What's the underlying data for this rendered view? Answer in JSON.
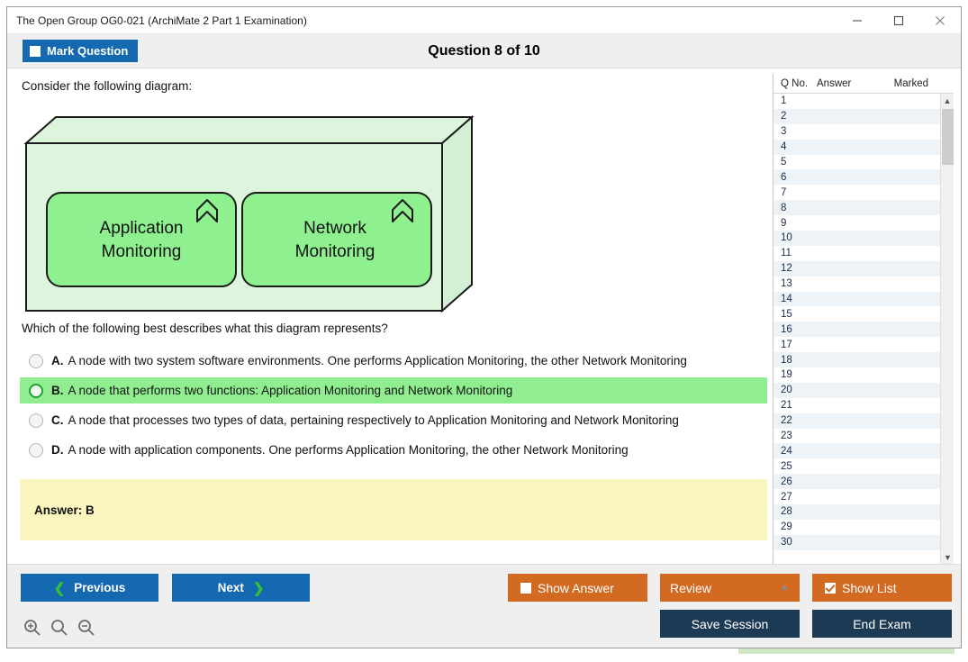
{
  "window": {
    "title": "The Open Group OG0-021 (ArchiMate 2 Part 1 Examination)",
    "minimize_icon": "minimize-icon",
    "maximize_icon": "maximize-icon",
    "close_icon": "close-icon"
  },
  "header": {
    "mark_question_label": "Mark Question",
    "mark_question_checked": false,
    "question_title": "Question 8 of 10"
  },
  "content": {
    "stem": "Consider the following diagram:",
    "question": "Which of the following best describes what this diagram represents?",
    "diagram": {
      "type": "archimate-node",
      "node_label": "",
      "children": [
        {
          "label_line1": "Application",
          "label_line2": "Monitoring",
          "icon": "system-software-chevron-icon"
        },
        {
          "label_line1": "Network",
          "label_line2": "Monitoring",
          "icon": "system-software-chevron-icon"
        }
      ],
      "colors": {
        "node_fill": "#ddf5dd",
        "child_fill": "#8ef08e",
        "stroke": "#1a1a1a"
      }
    },
    "options": [
      {
        "letter": "A.",
        "text": "A node with two system software environments. One performs Application Monitoring, the other Network Monitoring",
        "selected": false
      },
      {
        "letter": "B.",
        "text": "A node that performs two functions: Application Monitoring and Network Monitoring",
        "selected": true
      },
      {
        "letter": "C.",
        "text": "A node that processes two types of data, pertaining respectively to Application Monitoring and Network Monitoring",
        "selected": false
      },
      {
        "letter": "D.",
        "text": "A node with application components. One performs Application Monitoring, the other Network Monitoring",
        "selected": false
      }
    ],
    "answer_text": "Answer: B"
  },
  "question_list": {
    "columns": [
      "Q No.",
      "Answer",
      "Marked"
    ],
    "rows": [
      {
        "q": "1",
        "answer": "",
        "marked": ""
      },
      {
        "q": "2",
        "answer": "",
        "marked": ""
      },
      {
        "q": "3",
        "answer": "",
        "marked": ""
      },
      {
        "q": "4",
        "answer": "",
        "marked": ""
      },
      {
        "q": "5",
        "answer": "",
        "marked": ""
      },
      {
        "q": "6",
        "answer": "",
        "marked": ""
      },
      {
        "q": "7",
        "answer": "",
        "marked": ""
      },
      {
        "q": "8",
        "answer": "",
        "marked": ""
      },
      {
        "q": "9",
        "answer": "",
        "marked": ""
      },
      {
        "q": "10",
        "answer": "",
        "marked": ""
      },
      {
        "q": "11",
        "answer": "",
        "marked": ""
      },
      {
        "q": "12",
        "answer": "",
        "marked": ""
      },
      {
        "q": "13",
        "answer": "",
        "marked": ""
      },
      {
        "q": "14",
        "answer": "",
        "marked": ""
      },
      {
        "q": "15",
        "answer": "",
        "marked": ""
      },
      {
        "q": "16",
        "answer": "",
        "marked": ""
      },
      {
        "q": "17",
        "answer": "",
        "marked": ""
      },
      {
        "q": "18",
        "answer": "",
        "marked": ""
      },
      {
        "q": "19",
        "answer": "",
        "marked": ""
      },
      {
        "q": "20",
        "answer": "",
        "marked": ""
      },
      {
        "q": "21",
        "answer": "",
        "marked": ""
      },
      {
        "q": "22",
        "answer": "",
        "marked": ""
      },
      {
        "q": "23",
        "answer": "",
        "marked": ""
      },
      {
        "q": "24",
        "answer": "",
        "marked": ""
      },
      {
        "q": "25",
        "answer": "",
        "marked": ""
      },
      {
        "q": "26",
        "answer": "",
        "marked": ""
      },
      {
        "q": "27",
        "answer": "",
        "marked": ""
      },
      {
        "q": "28",
        "answer": "",
        "marked": ""
      },
      {
        "q": "29",
        "answer": "",
        "marked": ""
      },
      {
        "q": "30",
        "answer": "",
        "marked": ""
      }
    ]
  },
  "footer": {
    "previous_label": "Previous",
    "next_label": "Next",
    "show_answer_label": "Show Answer",
    "show_answer_checked": false,
    "review_label": "Review",
    "show_list_label": "Show List",
    "show_list_checked": true,
    "save_session_label": "Save Session",
    "end_exam_label": "End Exam",
    "zoom_in_icon": "zoom-in-icon",
    "zoom_reset_icon": "zoom-reset-icon",
    "zoom_out_icon": "zoom-out-icon"
  },
  "colors": {
    "accent_blue": "#1569b0",
    "accent_orange": "#d26a22",
    "navy": "#1d3a55",
    "highlight_green": "#90ee90",
    "answer_yellow": "#fbf6bf"
  }
}
